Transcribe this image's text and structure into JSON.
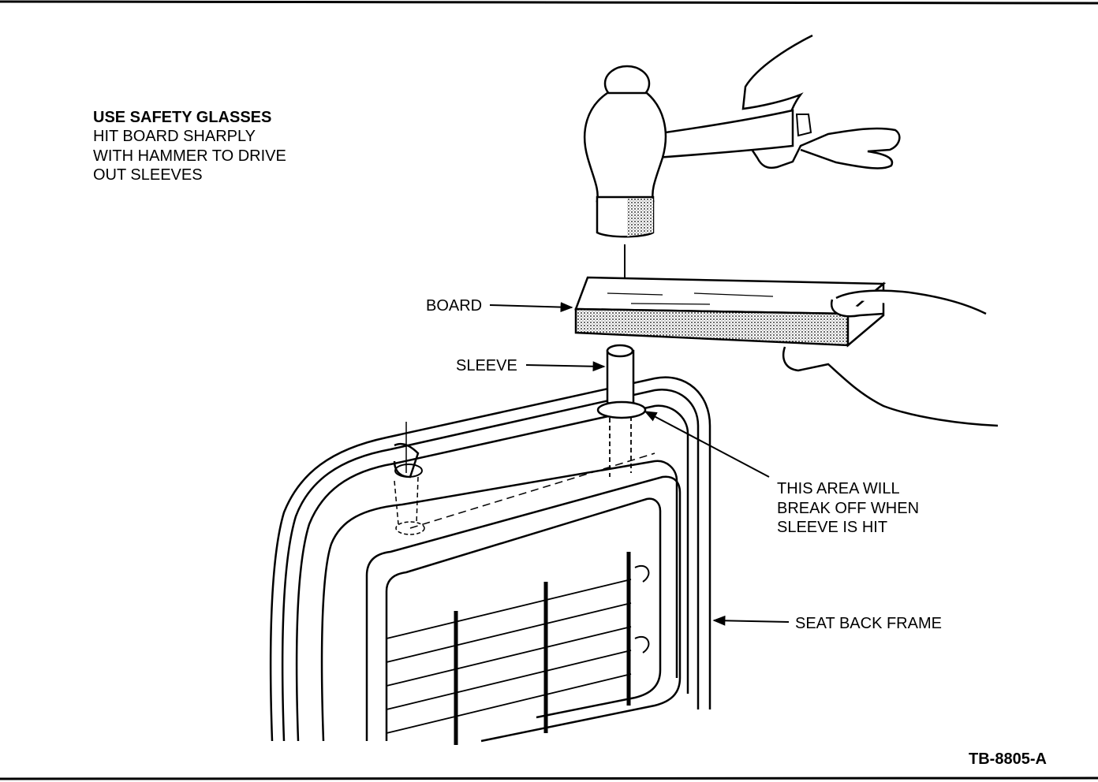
{
  "instructions": {
    "title": "USE SAFETY GLASSES",
    "lines": [
      "HIT BOARD SHARPLY",
      "WITH HAMMER TO DRIVE",
      "OUT SLEEVES"
    ]
  },
  "callouts": {
    "board": "BOARD",
    "sleeve": "SLEEVE",
    "break_area": [
      "THIS AREA WILL",
      "BREAK OFF WHEN",
      "SLEEVE IS HIT"
    ],
    "seat_back_frame": "SEAT BACK FRAME"
  },
  "figure_id": "TB-8805-A"
}
